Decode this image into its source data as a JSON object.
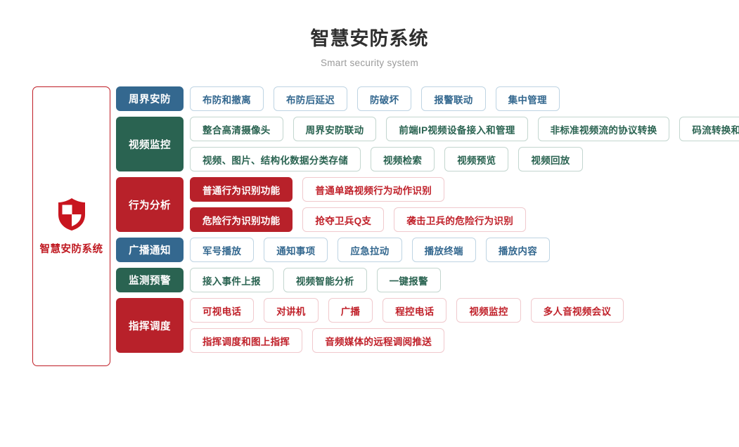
{
  "header": {
    "title": "智慧安防系统",
    "subtitle": "Smart security system"
  },
  "system_panel": {
    "icon": "shield-icon",
    "label": "智慧安防系统",
    "accent_color": "#c01a22"
  },
  "colors": {
    "blue": "#34688f",
    "green": "#2a6351",
    "red": "#b8212a",
    "blue_border": "#bed4e3",
    "green_border": "#c3d6cf",
    "red_border": "#f0c9cd",
    "title": "#2f2f2f",
    "subtitle": "#9a9a9a"
  },
  "rows": [
    {
      "category": "周界安防",
      "theme": "blue",
      "lines": [
        [
          {
            "label": "布防和撤离",
            "style": "outline"
          },
          {
            "label": "布防后延迟",
            "style": "outline"
          },
          {
            "label": "防破坏",
            "style": "outline"
          },
          {
            "label": "报警联动",
            "style": "outline"
          },
          {
            "label": "集中管理",
            "style": "outline"
          }
        ]
      ]
    },
    {
      "category": "视频监控",
      "theme": "green",
      "lines": [
        [
          {
            "label": "整合高清摄像头",
            "style": "outline"
          },
          {
            "label": "周界安防联动",
            "style": "outline"
          },
          {
            "label": "前端IP视频设备接入和管理",
            "style": "outline"
          },
          {
            "label": "非标准视频流的协议转换",
            "style": "outline"
          },
          {
            "label": "码流转换和接口转换",
            "style": "outline"
          }
        ],
        [
          {
            "label": "视频、图片、结构化数据分类存储",
            "style": "outline"
          },
          {
            "label": "视频检索",
            "style": "outline"
          },
          {
            "label": "视频预览",
            "style": "outline"
          },
          {
            "label": "视频回放",
            "style": "outline"
          }
        ]
      ]
    },
    {
      "category": "行为分析",
      "theme": "red",
      "lines": [
        [
          {
            "label": "普通行为识别功能",
            "style": "solid"
          },
          {
            "label": "普通单路视频行为动作识别",
            "style": "outline"
          }
        ],
        [
          {
            "label": "危险行为识别功能",
            "style": "solid"
          },
          {
            "label": "抢夺卫兵Q支",
            "style": "outline"
          },
          {
            "label": "袭击卫兵的危险行为识别",
            "style": "outline"
          }
        ]
      ]
    },
    {
      "category": "广播通知",
      "theme": "blue",
      "lines": [
        [
          {
            "label": "军号播放",
            "style": "outline"
          },
          {
            "label": "通知事项",
            "style": "outline"
          },
          {
            "label": "应急拉动",
            "style": "outline"
          },
          {
            "label": "播放终端",
            "style": "outline"
          },
          {
            "label": "播放内容",
            "style": "outline"
          }
        ]
      ]
    },
    {
      "category": "监测预警",
      "theme": "green",
      "lines": [
        [
          {
            "label": "接入事件上报",
            "style": "outline"
          },
          {
            "label": "视频智能分析",
            "style": "outline"
          },
          {
            "label": "一键报警",
            "style": "outline"
          }
        ]
      ]
    },
    {
      "category": "指挥调度",
      "theme": "red",
      "lines": [
        [
          {
            "label": "可视电话",
            "style": "outline"
          },
          {
            "label": "对讲机",
            "style": "outline"
          },
          {
            "label": "广播",
            "style": "outline"
          },
          {
            "label": "程控电话",
            "style": "outline"
          },
          {
            "label": "视频监控",
            "style": "outline"
          },
          {
            "label": "多人音视频会议",
            "style": "outline"
          }
        ],
        [
          {
            "label": "指挥调度和图上指挥",
            "style": "outline"
          },
          {
            "label": "音频媒体的远程调阅推送",
            "style": "outline"
          }
        ]
      ]
    }
  ]
}
